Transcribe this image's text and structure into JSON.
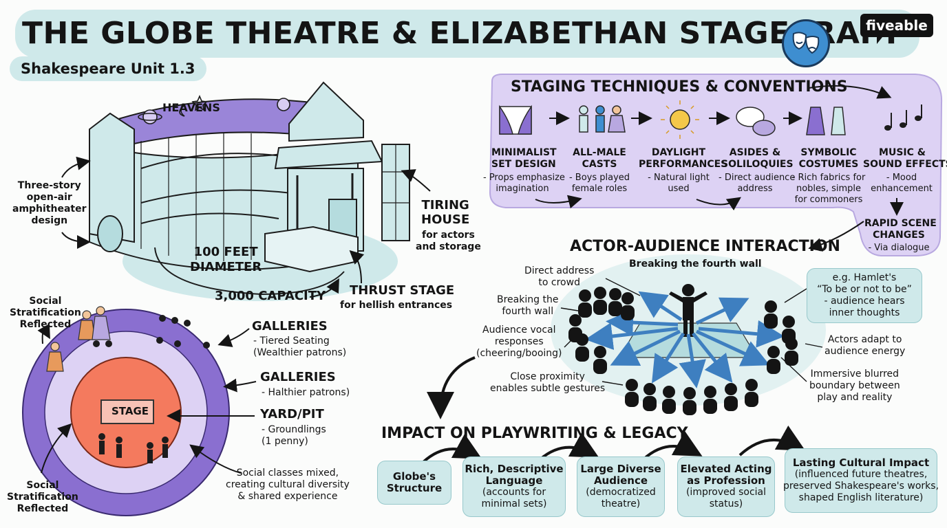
{
  "header": {
    "title": "THE GLOBE THEATRE & ELIZABETHAN STAGECRAFT",
    "subtitle": "Shakespeare Unit 1.3",
    "logo": "fiveable",
    "icon": "theatre-masks-icon"
  },
  "colors": {
    "teal": "#cfe9ea",
    "purple": "#8a6fd0",
    "lavender": "#ddd2f4",
    "coral": "#f47a5e",
    "blue": "#3e8ed0"
  },
  "globe": {
    "heavens": "HEAVENS",
    "three_story": [
      "Three-story",
      "open-air",
      "amphitheater",
      "design"
    ],
    "tiring_title": [
      "TIRING",
      "HOUSE"
    ],
    "tiring_desc": [
      "for actors",
      "and storage"
    ],
    "diameter": [
      "100 FEET",
      "DIAMETER"
    ],
    "capacity": "3,000 CAPACITY",
    "thrust_title": "THRUST STAGE",
    "thrust_desc": "for hellish entrances"
  },
  "seating": {
    "social_top": [
      "Social",
      "Stratification",
      "Reflected"
    ],
    "social_bottom": [
      "Social",
      "Stratification",
      "Reflected"
    ],
    "stage": "STAGE",
    "galleries1_title": "GALLERIES",
    "galleries1_desc": [
      "- Tiered Seating",
      "(Wealthier patrons)"
    ],
    "galleries2_title": "GALLERIES",
    "galleries2_desc": "- Halthier patrons)",
    "yard_title": "YARD/PIT",
    "yard_desc": [
      "- Groundlings",
      "(1 penny)"
    ],
    "mixed": [
      "Social classes mixed,",
      "creating cultural diversity",
      "& shared experience"
    ]
  },
  "staging": {
    "title": "STAGING TECHNIQUES & CONVENTIONS",
    "items": [
      {
        "name": [
          "MINIMALIST",
          "SET DESIGN"
        ],
        "desc": [
          "- Props emphasize",
          "imagination"
        ],
        "icon": "curtain-stage-icon"
      },
      {
        "name": [
          "ALL-MALE",
          "CASTS"
        ],
        "desc": [
          "- Boys played",
          "female roles"
        ],
        "icon": "actors-icon"
      },
      {
        "name": [
          "DAYLIGHT",
          "PERFORMANCES"
        ],
        "desc": [
          "- Natural light",
          "used"
        ],
        "icon": "sun-icon"
      },
      {
        "name": [
          "ASIDES &",
          "SOLILOQUIES"
        ],
        "desc": [
          "- Direct audience",
          "address"
        ],
        "icon": "speech-bubbles-icon"
      },
      {
        "name": [
          "SYMBOLIC",
          "COSTUMES"
        ],
        "desc": [
          "- Rich fabrics for",
          "nobles, simple",
          "for commoners"
        ],
        "icon": "costumes-icon"
      },
      {
        "name": [
          "MUSIC &",
          "SOUND EFFECTS"
        ],
        "desc": [
          "- Mood",
          "enhancement"
        ],
        "icon": "music-notes-icon"
      }
    ],
    "rapid": {
      "name": [
        "RAPID SCENE",
        "CHANGES"
      ],
      "desc": "- Via dialogue"
    }
  },
  "interaction": {
    "title": "ACTOR-AUDIENCE INTERACTION",
    "subtitle": "Breaking the fourth wall",
    "left": [
      [
        "Direct address",
        "to crowd"
      ],
      [
        "Breaking the",
        "fourth wall"
      ],
      [
        "Audience vocal",
        "responses",
        "(cheering/booing)"
      ],
      [
        "Close proximity",
        "enables subtle gestures"
      ]
    ],
    "hamlet": [
      "e.g. Hamlet's",
      "“To be or not to be”",
      "- audience hears",
      "inner thoughts"
    ],
    "right": [
      [
        "Actors adapt to",
        "audience energy"
      ],
      [
        "Immersive blurred",
        "boundary between",
        "play and reality"
      ]
    ]
  },
  "impact": {
    "title": "IMPACT ON PLAYWRITING & LEGACY",
    "boxes": [
      {
        "head": [
          "Globe's",
          "Structure"
        ],
        "sub": []
      },
      {
        "head": [
          "Rich, Descriptive",
          "Language"
        ],
        "sub": [
          "(accounts for",
          "minimal sets)"
        ]
      },
      {
        "head": [
          "Large Diverse",
          "Audience"
        ],
        "sub": [
          "(democratized",
          "theatre)"
        ]
      },
      {
        "head": [
          "Elevated Acting",
          "as Profession"
        ],
        "sub": [
          "(improved social",
          "status)"
        ]
      },
      {
        "head": [
          "Lasting Cultural Impact"
        ],
        "sub": [
          "(influenced future theatres,",
          "preserved Shakespeare's works,",
          "shaped English literature)"
        ]
      }
    ]
  }
}
